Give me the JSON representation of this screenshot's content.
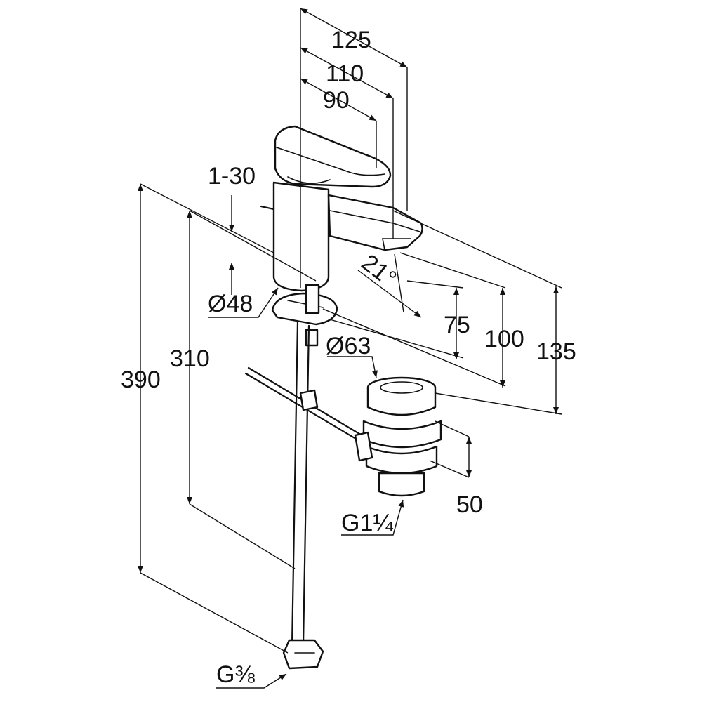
{
  "drawing": {
    "colors": {
      "line": "#111111",
      "background": "#ffffff"
    },
    "dimensions": {
      "d125": "125",
      "d110": "110",
      "d90": "90",
      "d1_30": "1-30",
      "d21": "21°",
      "d48": "Ø48",
      "d63": "Ø63",
      "d75": "75",
      "d100": "100",
      "d135": "135",
      "d390": "390",
      "d310": "310",
      "d50": "50",
      "g114": "G1¼",
      "g38": "G⅜"
    }
  }
}
